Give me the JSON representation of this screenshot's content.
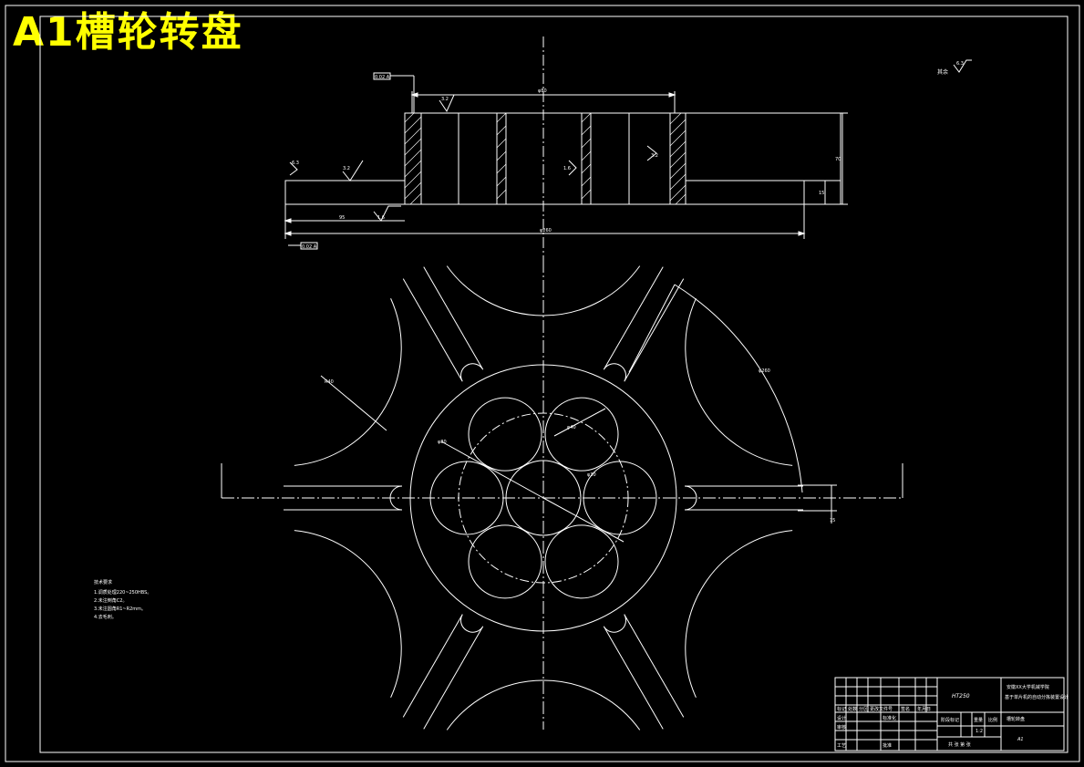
{
  "title": "A1槽轮转盘",
  "roughness_note": {
    "label": "其余",
    "value": "6.3"
  },
  "section_view": {
    "top_dim": "φ80",
    "bottom_dim": "φ260",
    "left_dim": "95",
    "right_height": "70",
    "right_small": "15",
    "rough_top": "3.2",
    "rough_left": "6.3",
    "rough_mid": "3.2",
    "rough_bottom": "1.6",
    "rough_hole": "1.6",
    "rough_right": "3.2",
    "tolerance_top": "0.02 A",
    "tolerance_bottom": "0.02 A"
  },
  "plan_view": {
    "radius_large": "R40",
    "radius_outer": "φ260",
    "pcd": "φ80",
    "hole_dia": "φ40",
    "center_hole": "φ30",
    "slot_width": "15"
  },
  "tech_requirements": {
    "heading": "技术要求",
    "items": [
      "1.调质处理220~250HBS。",
      "2.未注倒角C2。",
      "3.未注圆角R1~R2mm。",
      "4.去毛刺。"
    ]
  },
  "title_block": {
    "material": "HT250",
    "school": "安徽XX大学机械学院",
    "project": "基于单片机的自动分拣装置设计",
    "drawing_name": "槽轮转盘",
    "scale": "1:2",
    "sheet": "共 张 第 张",
    "size": "A1",
    "labels": [
      "标记",
      "处数",
      "分区",
      "更改文件号",
      "签名",
      "年月日",
      "设计",
      "审核",
      "工艺",
      "标准化",
      "批准",
      "阶段标记",
      "重量",
      "比例"
    ]
  }
}
